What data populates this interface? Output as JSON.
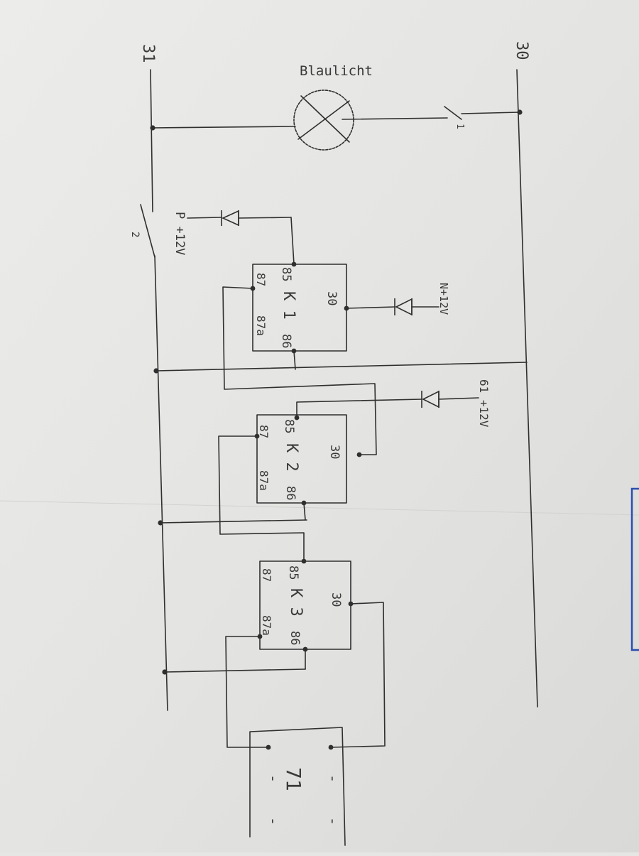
{
  "diagram": {
    "rails": {
      "positive": "30",
      "ground": "31"
    },
    "lamp_label": "Blaulicht",
    "switches": {
      "s1": "1",
      "s2": "2"
    },
    "diode_labels": {
      "p": "P +12V",
      "n": "N+12V",
      "six_one": "61 +12V"
    },
    "relays": [
      {
        "name": "K 1",
        "pin85": "85",
        "pin86": "86",
        "pin87": "87",
        "pin87a": "87a",
        "pin30": "30"
      },
      {
        "name": "K 2",
        "pin85": "85",
        "pin86": "86",
        "pin87": "87",
        "pin87a": "87a",
        "pin30": "30"
      },
      {
        "name": "K 3",
        "pin85": "85",
        "pin86": "86",
        "pin87": "87",
        "pin87a": "87a",
        "pin30": "30"
      }
    ],
    "module_label": "71",
    "module_dash": "-"
  }
}
